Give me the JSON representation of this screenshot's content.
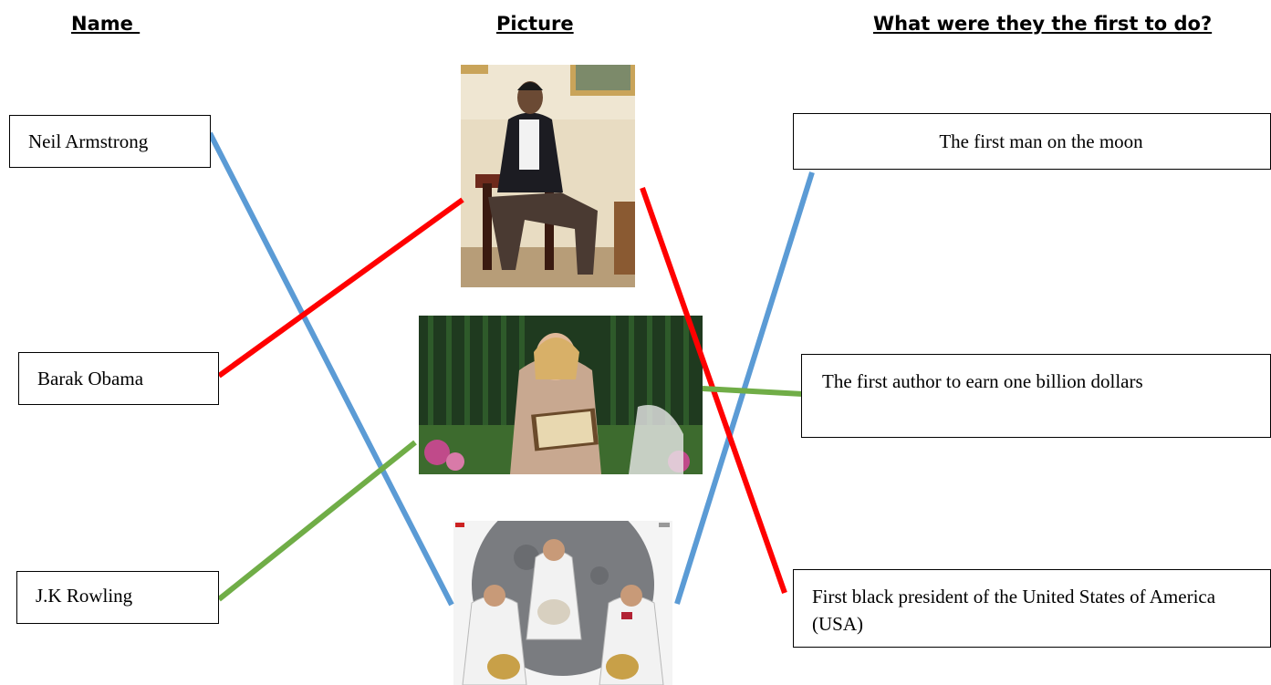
{
  "headers": {
    "name": "Name ",
    "picture": "Picture",
    "question": "What were they the first to do?"
  },
  "names": [
    "Neil Armstrong",
    "Barak Obama",
    "J.K Rowling"
  ],
  "achievements": [
    "The first man on the moon",
    "The first author to earn one billion dollars",
    "First black president of the United States of America (USA)"
  ],
  "pictures": [
    "president-seated-photo",
    "author-reading-photo",
    "astronauts-crew-photo"
  ],
  "line_colors": {
    "armstrong": "#5b9bd5",
    "obama": "#ff0000",
    "rowling": "#70ad47"
  }
}
